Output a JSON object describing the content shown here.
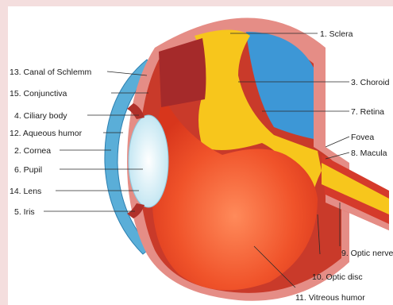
{
  "labels": {
    "sclera": "1. Sclera",
    "choroid": "3. Choroid",
    "retina": "7. Retina",
    "fovea": "Fovea",
    "macula": "8. Macula",
    "optic_nerve": "9. Optic nerve",
    "optic_disc": "10. Optic disc",
    "vitreous_humor": "11. Vitreous humor",
    "canal_of_schlemm": "13. Canal of Schlemm",
    "conjunctiva": "15. Conjunctiva",
    "ciliary_body": "4. Ciliary body",
    "aqueous_humor": "12. Aqueous humor",
    "cornea": "2. Cornea",
    "pupil": "6. Pupil",
    "lens": "14. Lens",
    "iris": "5. Iris"
  }
}
